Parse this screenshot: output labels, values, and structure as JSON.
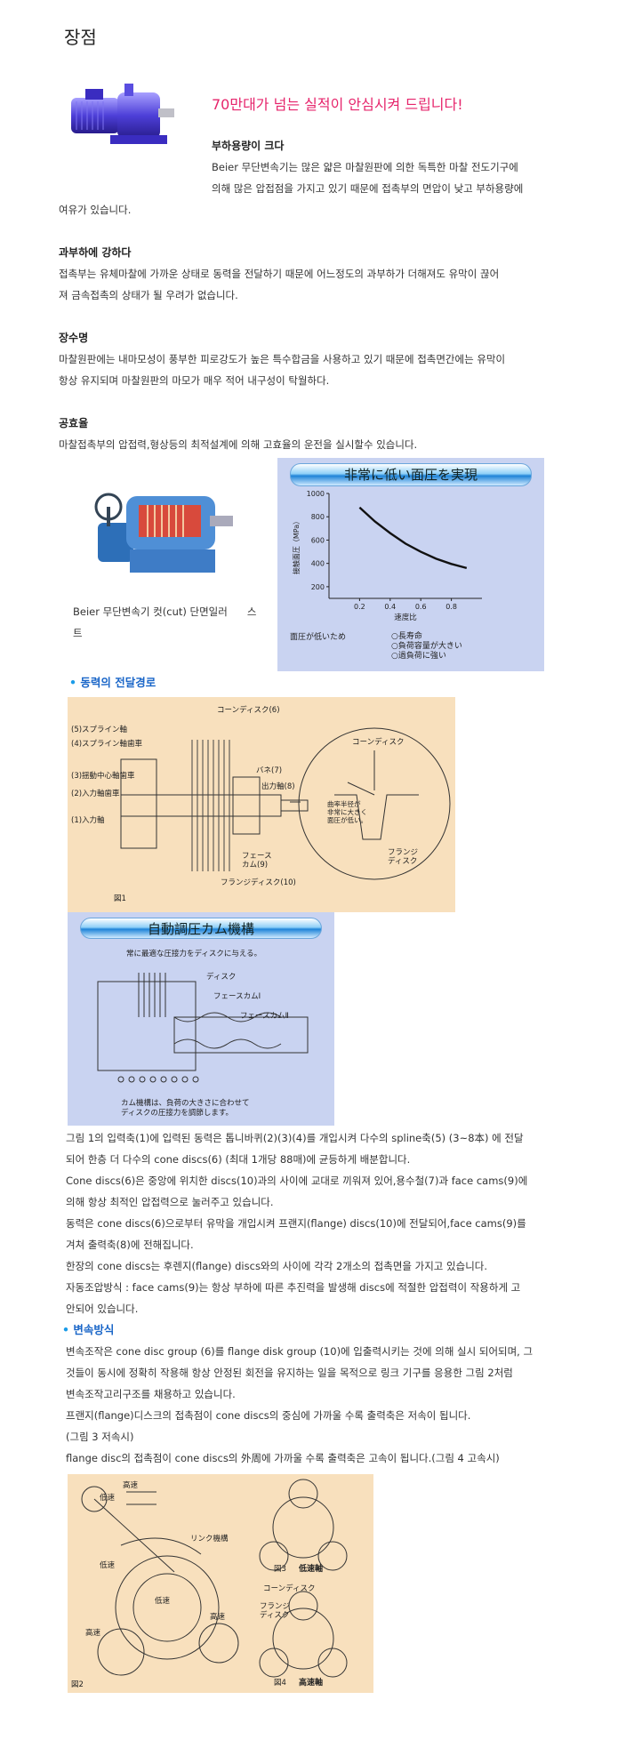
{
  "page": {
    "title": "장점"
  },
  "slogan": "70만대가 넘는 실적이 안심시켜 드립니다!",
  "sections": [
    {
      "heading": "부하용량이 크다",
      "lines": [
        "Beier 무단변속기는 많은 얇은 마찰원판에 의한 독특한 마찰 전도기구에",
        "의해 많은 압접점을 가지고 있기 때문에 접촉부의 면압이 낮고 부하용량에",
        "여유가 있습니다."
      ]
    },
    {
      "heading": "과부하에 강하다",
      "lines": [
        "접촉부는 유체마찰에 가까운 상태로 동력을 전달하기 때문에 어느정도의 과부하가 더해져도 유막이 끊어",
        "져 금속접촉의 상태가 될 우려가 없습니다."
      ]
    },
    {
      "heading": "장수명",
      "lines": [
        "마찰원판에는 내마모성이 풍부한 피로강도가 높은 특수합금을 사용하고 있기 때문에 접촉면간에는 유막이",
        "항상 유지되며 마찰원판의 마모가 매우 적어 내구성이 탁월하다."
      ]
    },
    {
      "heading": "공효율",
      "lines": [
        "마찰접촉부의 압접력,형상등의 최적설계에 의해 고효율의 운전을 실시할수 있습니다."
      ]
    }
  ],
  "cutaway": {
    "caption_line1": "Beier 무단변속기 컷(cut) 단면일러",
    "caption_suffix": "스",
    "caption_line2": "트"
  },
  "pressure_chart": {
    "banner": "非常に低い面圧を実現",
    "note_left": "面圧が低いため",
    "notes": [
      "○長寿命",
      "○負荷容量が大きい",
      "○過負荷に強い"
    ]
  },
  "chart_data": {
    "type": "line",
    "title": "非常に低い面圧を実現",
    "xlabel": "速度比",
    "ylabel": "接触面圧（MPa）",
    "x_ticks": [
      "0.2",
      "0.4",
      "0.6",
      "0.8"
    ],
    "y_ticks": [
      "200",
      "400",
      "600",
      "800",
      "1000"
    ],
    "xlim": [
      0,
      1.0
    ],
    "ylim": [
      100,
      1000
    ],
    "grid": false,
    "series": [
      {
        "x": [
          0.2,
          0.3,
          0.4,
          0.5,
          0.6,
          0.7,
          0.8,
          0.9
        ],
        "y": [
          880,
          760,
          660,
          570,
          500,
          440,
          395,
          360
        ]
      }
    ]
  },
  "power_path": {
    "heading": "동력의 전달경로",
    "labels": {
      "cone_disc_6": "コーンディスク(6)",
      "spline_shaft_5": "(5)スプライン軸",
      "spline_pinion_4": "(4)スプライン軸歯車",
      "planet_gear_3": "(3)揺動中心軸歯車",
      "input_gear_2": "(2)入力軸歯車",
      "input_shaft_1": "(1)入力軸",
      "spring_7": "バネ(7)",
      "output_shaft_8": "出力軸(8)",
      "face_cam_9": "フェース\nカム(9)",
      "flange_disc_10": "フランジディスク(10)",
      "fig": "図1",
      "zoom_cone": "コーンディスク",
      "zoom_note": "曲率半径が\n非常に大きく\n面圧が低い。",
      "zoom_flange": "フランジ\nディスク"
    }
  },
  "cam_diagram": {
    "banner": "自動調圧カム機構",
    "top_note": "常に最適な圧接力をディスクに与える。",
    "label_disc": "ディスク",
    "label_cam1": "フェースカムⅠ",
    "label_cam2": "フェースカムⅡ",
    "bottom_note": "カム機構は、負荷の大きさに合わせて\nディスクの圧接力を調節します。"
  },
  "body_paragraphs": [
    "그림 1의 입력축(1)에 입력된 동력은 톱니바퀴(2)(3)(4)를 개입시켜 다수의 spline축(5) (3~8本) 에 전달",
    "되어 한층 더 다수의 cone discs(6) (최대 1개당 88매)에 균등하게 배분합니다.",
    "Cone discs(6)은 중앙에 위치한 discs(10)과의 사이에 교대로 끼워져 있어,용수철(7)과 face cams(9)에",
    "의해 항상 최적인 압접력으로 눌러주고 있습니다.",
    "동력은 cone discs(6)으로부터 유막을 개입시켜 프랜지(flange) discs(10)에 전달되어,face cams(9)를",
    "겨쳐 출력축(8)에 전해집니다.",
    "한장의 cone discs는 후렌지(flange) discs와의 사이에 각각 2개소의 접촉면을 가지고 있습니다.",
    "자동조압방식 : face cams(9)는 항상 부하에 따른 추진력을 발생해 discs에 적절한 압접력이 작용하게 고",
    "안되어 있습니다."
  ],
  "shift": {
    "heading": "변속방식",
    "lines": [
      "변속조작은 cone disc group (6)를 flange disk group (10)에 입출력시키는 것에 의해 실시 되어되며, 그",
      "것들이 동시에 정확히 작용해 항상 안정된 회전을 유지하는 일을 목적으로 링크 기구를 응용한 그림 2처럼",
      "변속조작고리구조를 채용하고 있습니다.",
      "프랜지(flange)디스크의 접촉점이 cone discs의 중심에 가까울 수록 출력축은 저속이 됩니다.",
      "(그림 3 저속시)",
      "flange disc의 접촉점이 cone discs의 外周에 가까울 수록 출력축은 고속이 됩니다.(그림 4 고속시)"
    ]
  },
  "linkage": {
    "high": "高速",
    "low": "低速",
    "link": "リンク機構",
    "cone": "コーンディスク",
    "flange": "フランジ\nディスク",
    "fig2": "図2",
    "fig3": "図3",
    "fig3_label": "低速軸",
    "fig4": "図4",
    "fig4_label": "高速軸",
    "speed_high": "高速",
    "speed_low": "低速",
    "side_high": "高速",
    "side_low": "低速"
  }
}
